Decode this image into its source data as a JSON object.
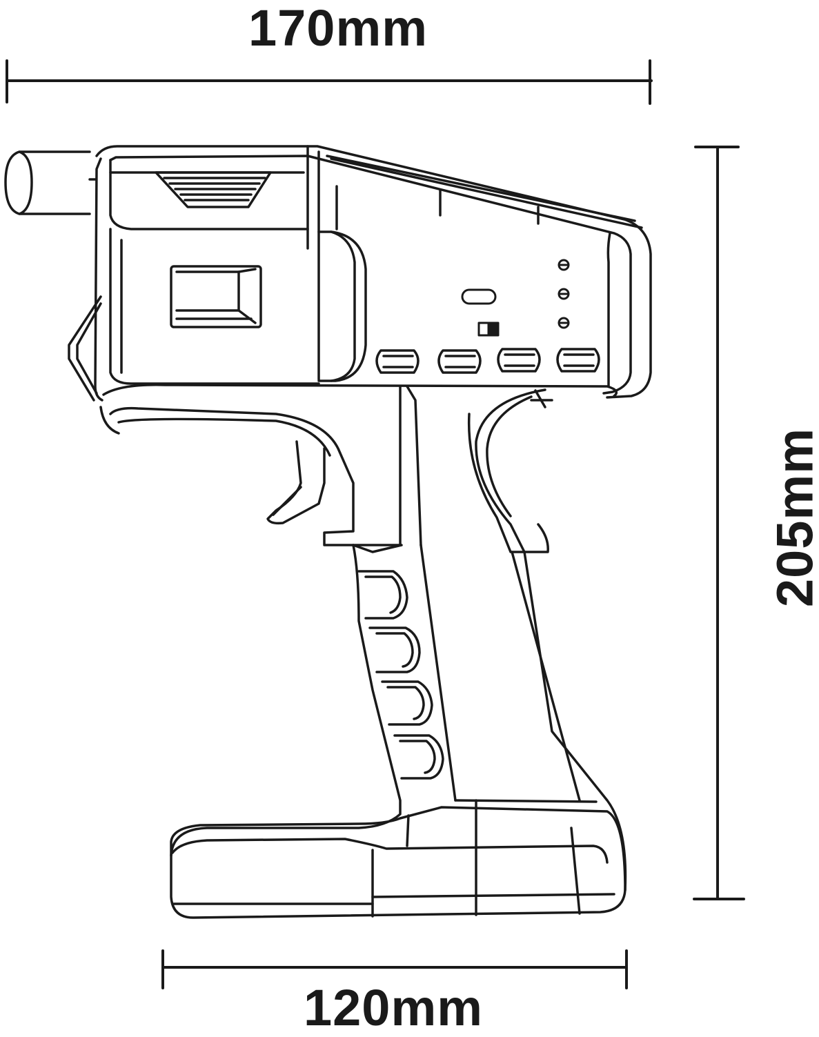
{
  "dimensions": {
    "overall_width": "170mm",
    "overall_height": "205mm",
    "base_width": "120mm"
  },
  "colors": {
    "line": "#1a1a1a",
    "background": "#ffffff"
  },
  "icons": {
    "device": "handheld-pump-outline",
    "buttons": "rounded-button-outline",
    "indicators": "led-indicator-dot"
  }
}
